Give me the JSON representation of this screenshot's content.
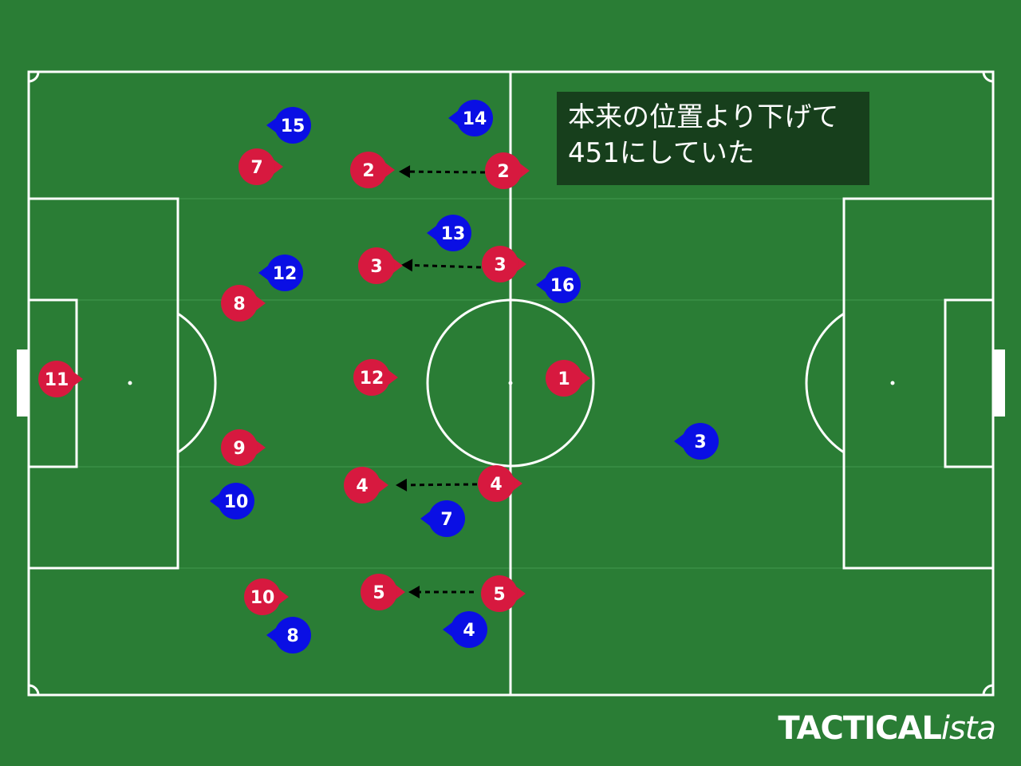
{
  "note": {
    "line1": "本来の位置より下げて",
    "line2": "451にしていた"
  },
  "brand": {
    "main": "TACTICAL",
    "sub": "ista"
  },
  "colors": {
    "grass": "#2a7d35",
    "line": "#ffffff",
    "red_team": "#d7193f",
    "blue_team": "#0a0fe4",
    "note_bg": "#173f1c",
    "arrow": "#000000"
  },
  "red_players": [
    {
      "number": "11",
      "facing": "right"
    },
    {
      "number": "7",
      "facing": "right"
    },
    {
      "number": "8",
      "facing": "right"
    },
    {
      "number": "9",
      "facing": "right"
    },
    {
      "number": "10",
      "facing": "right"
    },
    {
      "number": "2",
      "facing": "right"
    },
    {
      "number": "3",
      "facing": "right"
    },
    {
      "number": "12",
      "facing": "right"
    },
    {
      "number": "4",
      "facing": "right"
    },
    {
      "number": "5",
      "facing": "right"
    },
    {
      "number": "2",
      "facing": "right"
    },
    {
      "number": "3",
      "facing": "right"
    },
    {
      "number": "1",
      "facing": "right"
    },
    {
      "number": "4",
      "facing": "right"
    },
    {
      "number": "5",
      "facing": "right"
    }
  ],
  "blue_players": [
    {
      "number": "15",
      "facing": "left"
    },
    {
      "number": "14",
      "facing": "left"
    },
    {
      "number": "13",
      "facing": "left"
    },
    {
      "number": "12",
      "facing": "left"
    },
    {
      "number": "16",
      "facing": "left"
    },
    {
      "number": "3",
      "facing": "left"
    },
    {
      "number": "10",
      "facing": "left"
    },
    {
      "number": "7",
      "facing": "left"
    },
    {
      "number": "8",
      "facing": "left"
    },
    {
      "number": "4",
      "facing": "left"
    }
  ],
  "arrows": [
    {
      "from": "red-2-original",
      "to": "red-2-new"
    },
    {
      "from": "red-3-original",
      "to": "red-3-new"
    },
    {
      "from": "red-4-original",
      "to": "red-4-new"
    },
    {
      "from": "red-5-original",
      "to": "red-5-new"
    }
  ]
}
